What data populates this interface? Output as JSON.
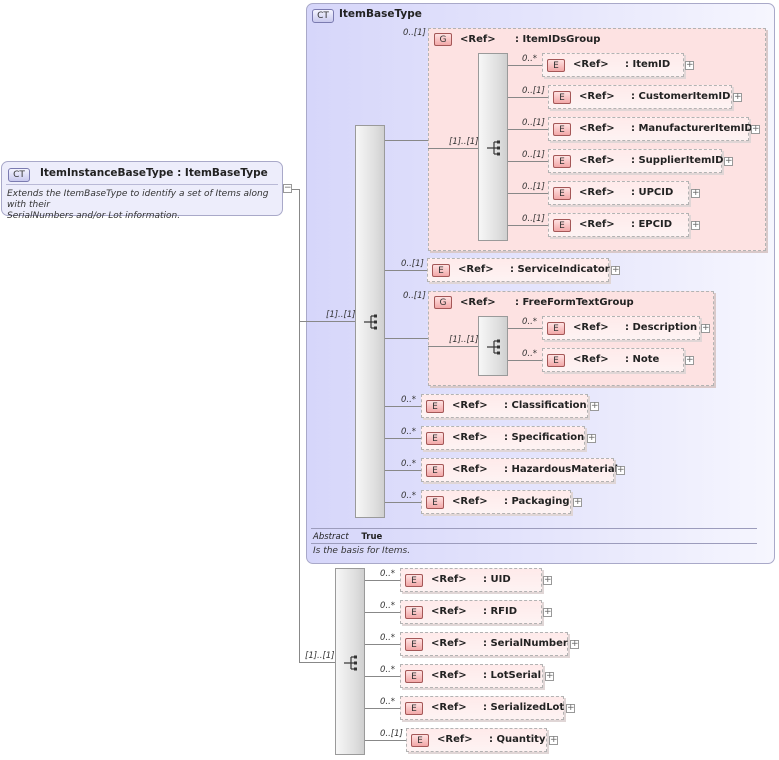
{
  "left_type": {
    "title": "ItemInstanceBaseType",
    "separator": ":",
    "base": "ItemBaseType",
    "badge": "CT",
    "description_lines": [
      "Extends the ItemBaseType to identify a set of Items along with their",
      "SerialNumbers and/or Lot information."
    ]
  },
  "base_type": {
    "title": "ItemBaseType",
    "badge": "CT",
    "abstract_label": "Abstract",
    "abstract_value": "True",
    "description": "Is the basis for Items."
  },
  "main_sequence_card": "[1]..[1]",
  "ids_group": {
    "card": "0..[1]",
    "badge": "G",
    "ref": "<Ref>",
    "name": ": ItemIDsGroup",
    "seq_card": "[1]..[1]",
    "elements": [
      {
        "card": "0..*",
        "ref": "<Ref>",
        "name": ": ItemID"
      },
      {
        "card": "0..[1]",
        "ref": "<Ref>",
        "name": ": CustomerItemID"
      },
      {
        "card": "0..[1]",
        "ref": "<Ref>",
        "name": ": ManufacturerItemID"
      },
      {
        "card": "0..[1]",
        "ref": "<Ref>",
        "name": ": SupplierItemID"
      },
      {
        "card": "0..[1]",
        "ref": "<Ref>",
        "name": ": UPCID"
      },
      {
        "card": "0..[1]",
        "ref": "<Ref>",
        "name": ": EPCID"
      }
    ]
  },
  "service_indicator": {
    "card": "0..[1]",
    "ref": "<Ref>",
    "name": ": ServiceIndicator"
  },
  "freeform_group": {
    "card": "0..[1]",
    "badge": "G",
    "ref": "<Ref>",
    "name": ": FreeFormTextGroup",
    "seq_card": "[1]..[1]",
    "elements": [
      {
        "card": "0..*",
        "ref": "<Ref>",
        "name": ": Description"
      },
      {
        "card": "0..*",
        "ref": "<Ref>",
        "name": ": Note"
      }
    ]
  },
  "base_elements": [
    {
      "card": "0..*",
      "ref": "<Ref>",
      "name": ": Classification"
    },
    {
      "card": "0..*",
      "ref": "<Ref>",
      "name": ": Specification"
    },
    {
      "card": "0..*",
      "ref": "<Ref>",
      "name": ": HazardousMaterial"
    },
    {
      "card": "0..*",
      "ref": "<Ref>",
      "name": ": Packaging"
    }
  ],
  "ext_sequence_card": "[1]..[1]",
  "ext_elements": [
    {
      "card": "0..*",
      "ref": "<Ref>",
      "name": ": UID"
    },
    {
      "card": "0..*",
      "ref": "<Ref>",
      "name": ": RFID"
    },
    {
      "card": "0..*",
      "ref": "<Ref>",
      "name": ": SerialNumber"
    },
    {
      "card": "0..*",
      "ref": "<Ref>",
      "name": ": LotSerial"
    },
    {
      "card": "0..*",
      "ref": "<Ref>",
      "name": ": SerializedLot"
    },
    {
      "card": "0..[1]",
      "ref": "<Ref>",
      "name": ": Quantity"
    }
  ],
  "element_badge": "E",
  "expand_symbol": "+"
}
